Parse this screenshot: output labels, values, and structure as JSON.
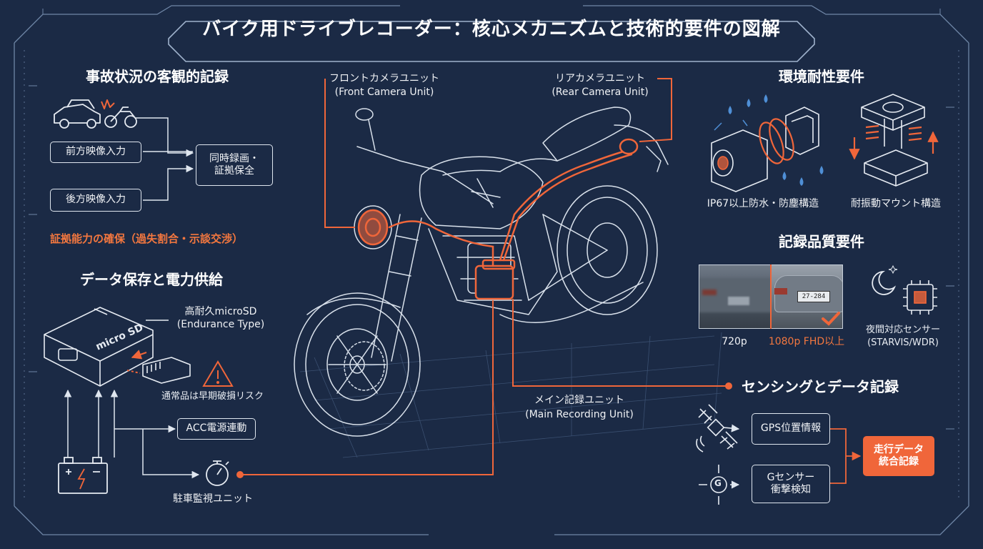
{
  "title": "バイク用ドライブレコーダー：核心メカニズムと技術的要件の図解",
  "accident": {
    "heading": "事故状況の客観的記録",
    "front_input": "前方映像入力",
    "rear_input": "後方映像入力",
    "simultaneous_line1": "同時録画・",
    "simultaneous_line2": "証拠保全",
    "evidence_note": "証拠能力の確保（過失割合・示談交渉）"
  },
  "storage": {
    "heading": "データ保存と電力供給",
    "sd_label_line1": "高耐久microSD",
    "sd_label_line2": "(Endurance Type)",
    "sd_card_text": "micro SD",
    "warning": "通常品は早期破損リスク",
    "acc": "ACC電源連動",
    "parking": "駐車監視ユニット"
  },
  "units": {
    "front_line1": "フロントカメラユニット",
    "front_line2": "(Front Camera Unit)",
    "rear_line1": "リアカメラユニット",
    "rear_line2": "(Rear Camera Unit)",
    "main_line1": "メイン記録ユニット",
    "main_line2": "(Main Recording Unit)"
  },
  "environment": {
    "heading": "環境耐性要件",
    "waterproof": "IP67以上防水・防塵構造",
    "vibration": "耐振動マウント構造"
  },
  "quality": {
    "heading": "記録品質要件",
    "low_res": "720p",
    "high_res": "1080p FHD以上",
    "plate_text": "27-284",
    "sensor_line1": "夜間対応センサー",
    "sensor_line2": "(STARVIS/WDR)"
  },
  "sensing": {
    "heading": "センシングとデータ記録",
    "gps": "GPS位置情報",
    "g_line1": "Gセンサー",
    "g_line2": "衝撃検知",
    "g_icon_text": "G",
    "merged_line1": "走行データ",
    "merged_line2": "統合記録"
  },
  "colors": {
    "background": "#1b2a45",
    "accent": "#f0663a",
    "line": "#dfe6ef",
    "frame": "#6f86a6"
  }
}
